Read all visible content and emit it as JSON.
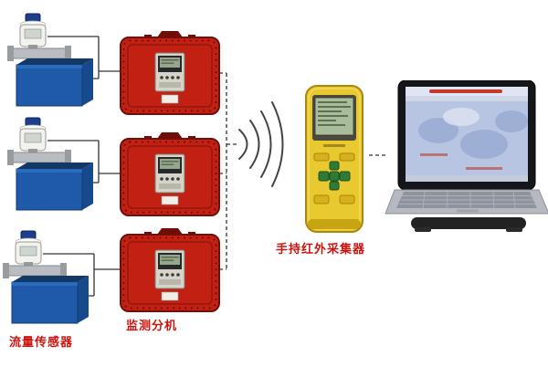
{
  "labels": {
    "monitor_unit": "监测分机",
    "handheld_collector": "手持红外采集器",
    "flow_sensor": "流量传感器"
  },
  "colors": {
    "label-red": "#cc1510",
    "case-red": "#c22012",
    "case-border": "#70100a",
    "tank-blue": "#1e5aa8",
    "tank-dark": "#123863",
    "handheld-yellow": "#e9c930",
    "lcd-green": "#a9bd9a",
    "keypad-green": "#2f7a35",
    "laptop-screen": "#b7c4e2",
    "connector": "#333333"
  },
  "components": {
    "sensors": [
      "flow-sensor-1",
      "flow-sensor-2",
      "flow-sensor-3"
    ],
    "monitor_cases": [
      "monitor-case-1",
      "monitor-case-2",
      "monitor-case-3"
    ],
    "handheld": "handheld-infrared-collector",
    "computer": "laptop"
  }
}
